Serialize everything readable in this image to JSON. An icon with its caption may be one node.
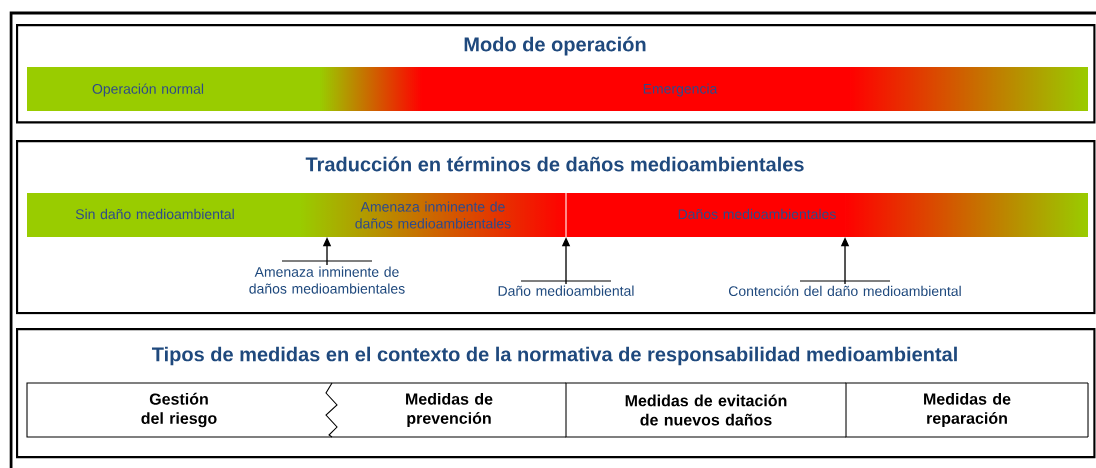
{
  "diagram": {
    "nodes": [
      {
        "text": [
          "Modo de operación"
        ]
      },
      {
        "text": [
          "Operación normal"
        ],
        "in": 0
      },
      {
        "text": [
          "Emergencia"
        ],
        "in": 0
      },
      {
        "text": [
          "Traducción en términos de daños medioambientales"
        ]
      },
      {
        "text": [
          "Sin daño medioambiental"
        ],
        "in": 3
      },
      {
        "text": [
          "Amenaza inminente de daños medioambientales"
        ],
        "in": 3
      },
      {
        "text": [
          "Daños medioambientales"
        ],
        "in": 3
      },
      {
        "text": [
          "Amenaza inminente de daños medioambientales"
        ],
        "in": 3
      },
      {
        "text": [
          "Daño medioambiental"
        ],
        "in": 3
      },
      {
        "text": [
          "Contención del daño medioambiental"
        ],
        "in": 3
      },
      {
        "text": [
          "Tipos de medidas en el contexto de la normativa de responsabilidad medioambiental"
        ]
      },
      {
        "text": [
          "Gestión del riesgo"
        ],
        "in": 10
      },
      {
        "text": [
          "Medidas de prevención"
        ],
        "in": 10
      },
      {
        "text": [
          "Medidas de evitación de nuevos daños"
        ],
        "in": 10
      },
      {
        "text": [
          "Medidas de reparación"
        ],
        "in": 10
      }
    ],
    "edges": [
      {
        "from": 7,
        "to": 5,
        "arrow": "to"
      },
      {
        "from": 8,
        "to": 6,
        "arrow": "to"
      },
      {
        "from": 9,
        "to": 6,
        "arrow": "to"
      }
    ]
  }
}
